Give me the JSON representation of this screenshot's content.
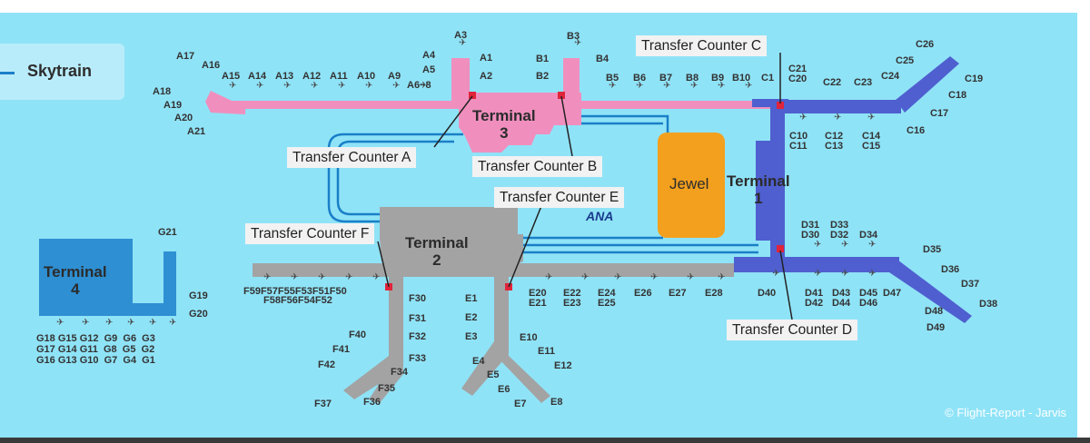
{
  "legend": {
    "label": "Skytrain"
  },
  "terminals": {
    "t1": "Terminal\n1",
    "t2": "Terminal\n2",
    "t3": "Terminal\n3",
    "t4": "Terminal\n4",
    "jewel": "Jewel"
  },
  "callouts": {
    "a": "Transfer Counter A",
    "b": "Transfer Counter B",
    "c": "Transfer Counter C",
    "d": "Transfer Counter D",
    "e": "Transfer Counter E",
    "f": "Transfer Counter F"
  },
  "airline_logo": "ANA",
  "copyright": "© Flight-Report - Jarvis",
  "gates": [
    {
      "id": "A17",
      "text": "A17"
    },
    {
      "id": "A16",
      "text": "A16"
    },
    {
      "id": "A15",
      "text": "A15"
    },
    {
      "id": "A14",
      "text": "A14"
    },
    {
      "id": "A13",
      "text": "A13"
    },
    {
      "id": "A12",
      "text": "A12"
    },
    {
      "id": "A11",
      "text": "A11"
    },
    {
      "id": "A10",
      "text": "A10"
    },
    {
      "id": "A9",
      "text": "A9"
    },
    {
      "id": "A18",
      "text": "A18"
    },
    {
      "id": "A19",
      "text": "A19"
    },
    {
      "id": "A20",
      "text": "A20"
    },
    {
      "id": "A21",
      "text": "A21"
    },
    {
      "id": "A3",
      "text": "A3"
    },
    {
      "id": "A4",
      "text": "A4"
    },
    {
      "id": "A5",
      "text": "A5"
    },
    {
      "id": "A6-8",
      "text": "A6~8"
    },
    {
      "id": "A1",
      "text": "A1"
    },
    {
      "id": "A2",
      "text": "A2"
    },
    {
      "id": "B3",
      "text": "B3"
    },
    {
      "id": "B1",
      "text": "B1"
    },
    {
      "id": "B2",
      "text": "B2"
    },
    {
      "id": "B4",
      "text": "B4"
    },
    {
      "id": "B5",
      "text": "B5"
    },
    {
      "id": "B6",
      "text": "B6"
    },
    {
      "id": "B7",
      "text": "B7"
    },
    {
      "id": "B8",
      "text": "B8"
    },
    {
      "id": "B9",
      "text": "B9"
    },
    {
      "id": "B10",
      "text": "B10"
    },
    {
      "id": "C1",
      "text": "C1"
    },
    {
      "id": "C21-20",
      "text": "C21\nC20"
    },
    {
      "id": "C22",
      "text": "C22"
    },
    {
      "id": "C23",
      "text": "C23"
    },
    {
      "id": "C24",
      "text": "C24"
    },
    {
      "id": "C25",
      "text": "C25"
    },
    {
      "id": "C26",
      "text": "C26"
    },
    {
      "id": "C19",
      "text": "C19"
    },
    {
      "id": "C18",
      "text": "C18"
    },
    {
      "id": "C17",
      "text": "C17"
    },
    {
      "id": "C16",
      "text": "C16"
    },
    {
      "id": "C10-11",
      "text": "C10\nC11"
    },
    {
      "id": "C12-13",
      "text": "C12\nC13"
    },
    {
      "id": "C14-15",
      "text": "C14\nC15"
    },
    {
      "id": "D31-30",
      "text": "D31\nD30"
    },
    {
      "id": "D33-32",
      "text": "D33\nD32"
    },
    {
      "id": "D34",
      "text": "D34"
    },
    {
      "id": "D35",
      "text": "D35"
    },
    {
      "id": "D36",
      "text": "D36"
    },
    {
      "id": "D37",
      "text": "D37"
    },
    {
      "id": "D38",
      "text": "D38"
    },
    {
      "id": "D40",
      "text": "D40"
    },
    {
      "id": "D41-42",
      "text": "D41\nD42"
    },
    {
      "id": "D43-44",
      "text": "D43\nD44"
    },
    {
      "id": "D45-46",
      "text": "D45\nD46"
    },
    {
      "id": "D47",
      "text": "D47"
    },
    {
      "id": "D48",
      "text": "D48"
    },
    {
      "id": "D49",
      "text": "D49"
    },
    {
      "id": "E20-21",
      "text": "E20\nE21"
    },
    {
      "id": "E22-23",
      "text": "E22\nE23"
    },
    {
      "id": "E24-25",
      "text": "E24\nE25"
    },
    {
      "id": "E26",
      "text": "E26"
    },
    {
      "id": "E27",
      "text": "E27"
    },
    {
      "id": "E28",
      "text": "E28"
    },
    {
      "id": "E1",
      "text": "E1"
    },
    {
      "id": "E2",
      "text": "E2"
    },
    {
      "id": "E3",
      "text": "E3"
    },
    {
      "id": "E4",
      "text": "E4"
    },
    {
      "id": "E5",
      "text": "E5"
    },
    {
      "id": "E6",
      "text": "E6"
    },
    {
      "id": "E7",
      "text": "E7"
    },
    {
      "id": "E8",
      "text": "E8"
    },
    {
      "id": "E10",
      "text": "E10"
    },
    {
      "id": "E11",
      "text": "E11"
    },
    {
      "id": "E12",
      "text": "E12"
    },
    {
      "id": "F59-50",
      "text": "F59F57F55F53F51F50"
    },
    {
      "id": "F58-52",
      "text": "F58F56F54F52"
    },
    {
      "id": "F30",
      "text": "F30"
    },
    {
      "id": "F31",
      "text": "F31"
    },
    {
      "id": "F32",
      "text": "F32"
    },
    {
      "id": "F33",
      "text": "F33"
    },
    {
      "id": "F34",
      "text": "F34"
    },
    {
      "id": "F35",
      "text": "F35"
    },
    {
      "id": "F36",
      "text": "F36"
    },
    {
      "id": "F37",
      "text": "F37"
    },
    {
      "id": "F40",
      "text": "F40"
    },
    {
      "id": "F41",
      "text": "F41"
    },
    {
      "id": "F42",
      "text": "F42"
    },
    {
      "id": "G21",
      "text": "G21"
    },
    {
      "id": "G19",
      "text": "G19"
    },
    {
      "id": "G20",
      "text": "G20"
    },
    {
      "id": "G-row1",
      "text": "G18 G15 G12  G9  G6  G3"
    },
    {
      "id": "G-row2",
      "text": "G17 G14 G11  G8  G5  G2"
    },
    {
      "id": "G-row3",
      "text": "G16 G13 G10  G7  G4  G1"
    }
  ]
}
